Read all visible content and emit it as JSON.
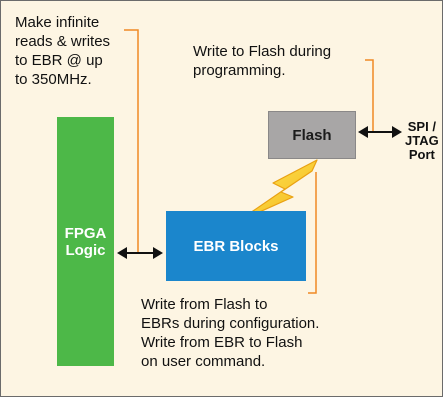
{
  "diagram": {
    "notes": {
      "reads_writes": "Make infinite\nreads & writes\nto EBR @ up\nto 350MHz.",
      "write_flash": "Write to Flash during\nprogramming.",
      "config": "Write from Flash to\nEBRs during configuration.\nWrite from EBR to Flash\non user command."
    },
    "blocks": {
      "fpga": "FPGA\nLogic",
      "ebr": "EBR Blocks",
      "flash": "Flash",
      "port": "SPI /\nJTAG\nPort"
    },
    "colors": {
      "background": "#fdf5e3",
      "fpga": "#4db848",
      "ebr": "#1b86cc",
      "flash": "#a8a6a6",
      "leader_lines": "#f08a24",
      "lightning": "#f7d21a"
    }
  }
}
